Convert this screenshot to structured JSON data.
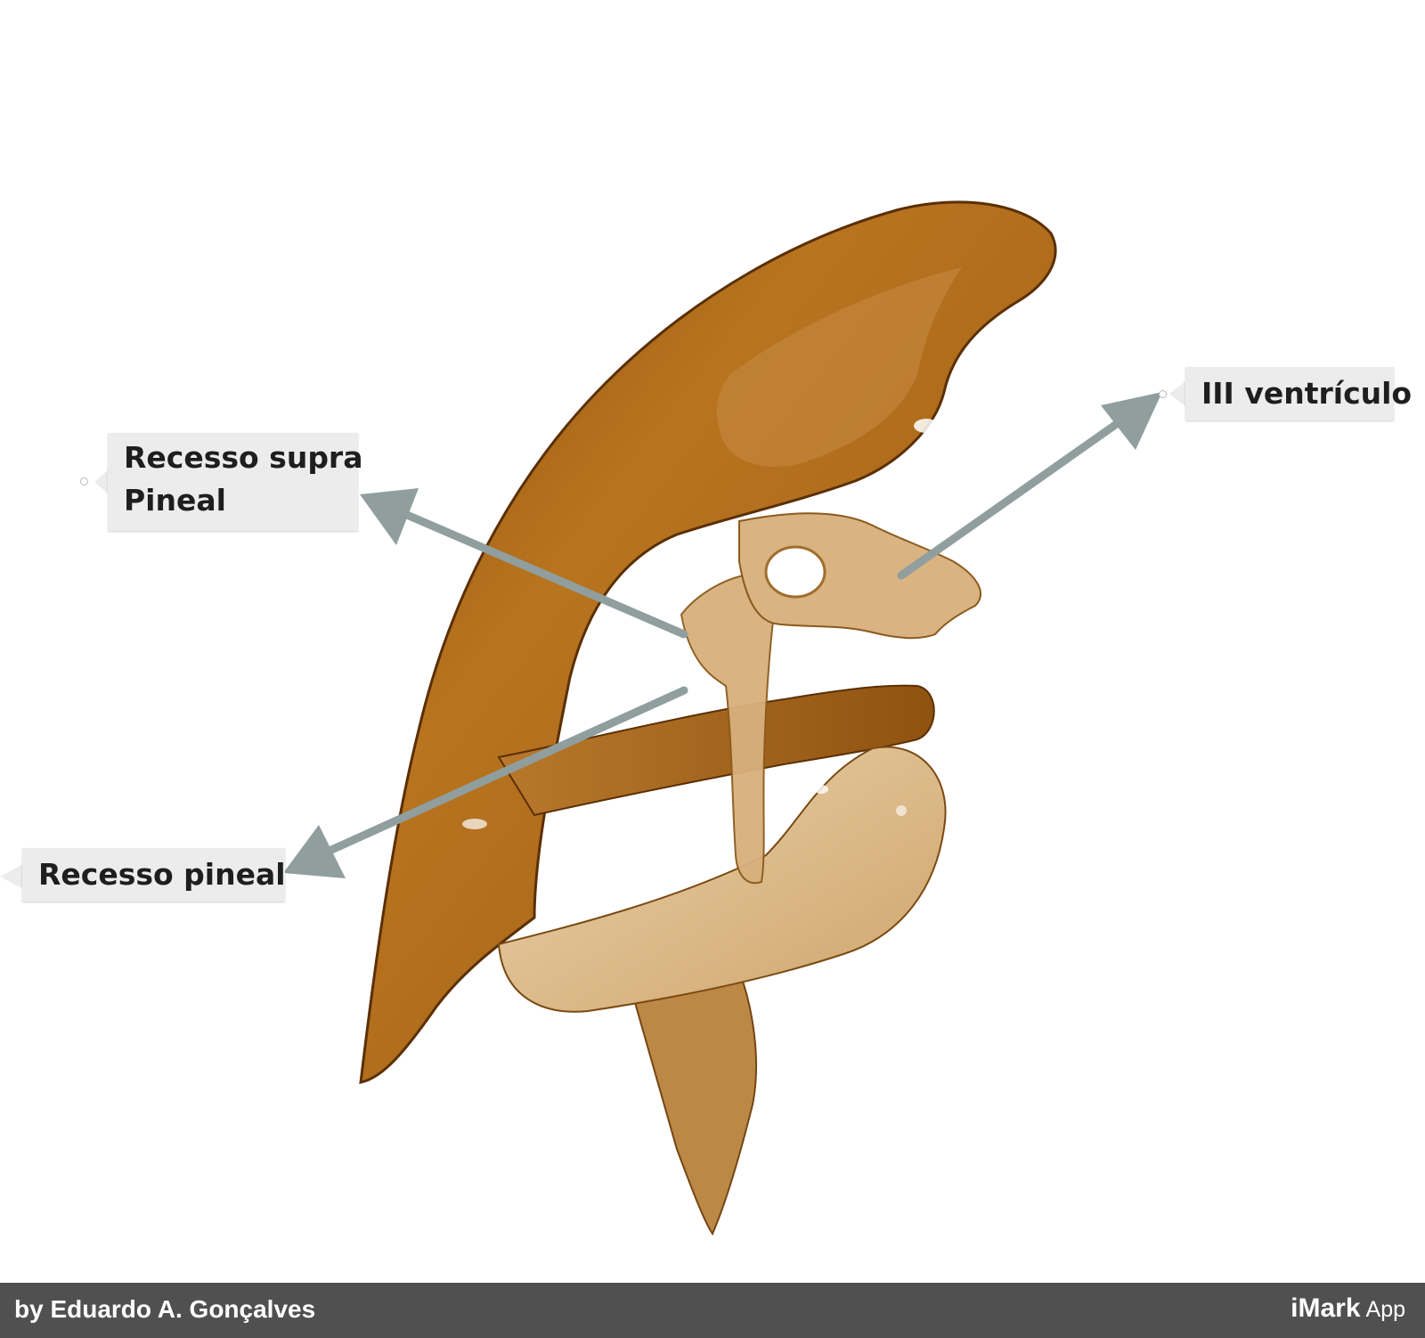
{
  "labels": {
    "supra_pineal": {
      "line1": "Recesso supra",
      "line2": "Pineal"
    },
    "third_ventricle": "III ventrículo",
    "pineal": "Recesso pineal"
  },
  "footer": {
    "author": "by Eduardo A. Gonçalves",
    "brand_name": "iMark",
    "brand_suffix": "App"
  },
  "colors": {
    "arrow": "#909e9e",
    "label_background": "#ececec",
    "label_text": "#1e1e1e",
    "footer_background": "#505050",
    "cast_dark": "#7a4306",
    "cast_mid": "#b26b1a",
    "cast_light": "#d9ad78",
    "cast_pale": "#e7cfa6"
  }
}
